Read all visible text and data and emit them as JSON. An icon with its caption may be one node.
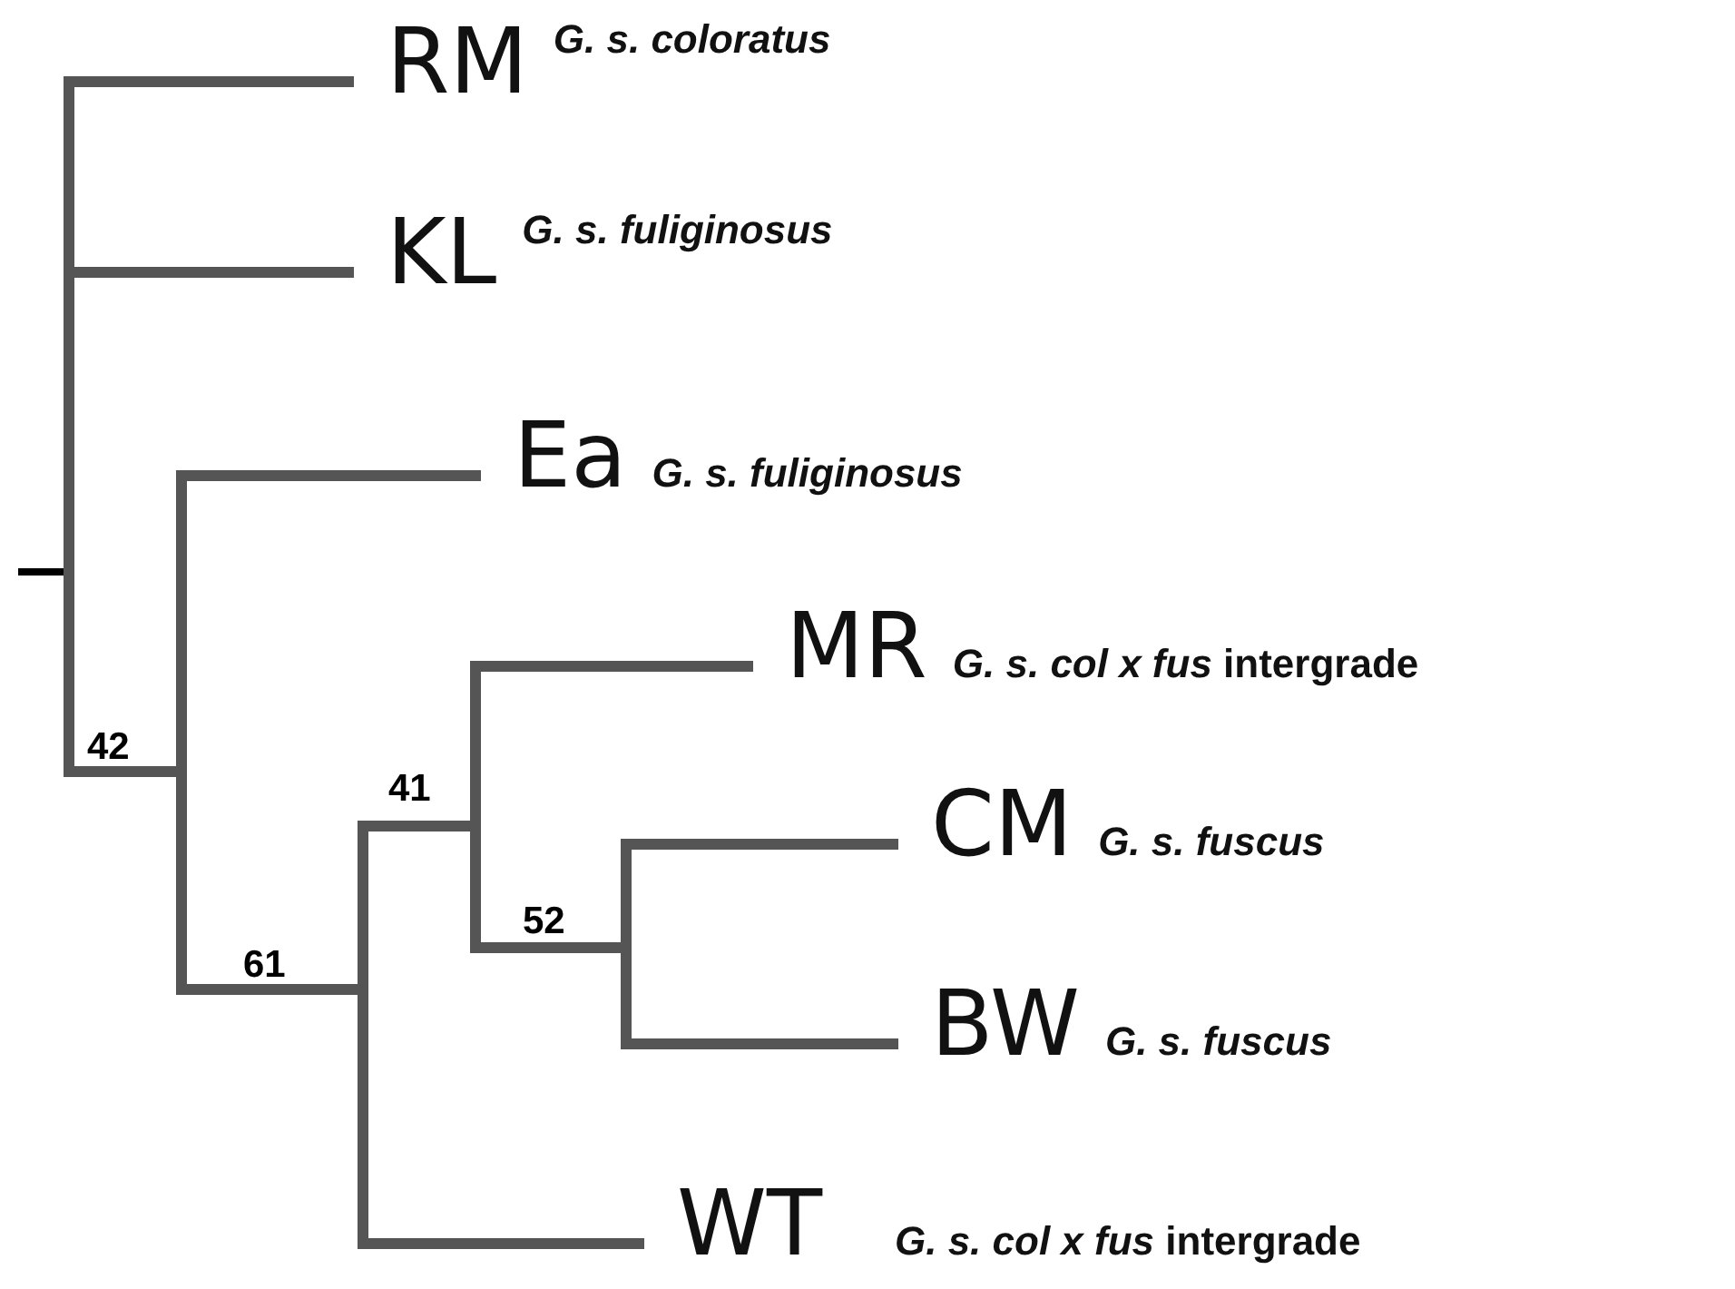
{
  "diagram": {
    "nodes": [
      {
        "text": [
          "RM",
          "G. s. coloratus"
        ]
      },
      {
        "text": [
          "KL",
          "G. s. fuliginosus"
        ]
      },
      {
        "text": [
          "Ea",
          "G. s. fuliginosus"
        ]
      },
      {
        "text": [
          "MR",
          "*G. s. col x fus* intergrade"
        ]
      },
      {
        "text": [
          "CM",
          "G. s. fuscus"
        ]
      },
      {
        "text": [
          "BW",
          "G. s. fuscus"
        ]
      },
      {
        "text": [
          "WT",
          "*G. s. col x fus* intergrade"
        ]
      },
      {
        "text": [],
        "shape": "bar"
      },
      {
        "text": [
          "42"
        ]
      },
      {
        "text": [
          "61"
        ]
      },
      {
        "text": [
          "41"
        ]
      },
      {
        "text": [
          "52"
        ]
      }
    ],
    "edges": [
      {
        "from": 7,
        "to": 0,
        "arrow": "none"
      },
      {
        "from": 7,
        "to": 1,
        "arrow": "none"
      },
      {
        "from": 7,
        "to": 8,
        "arrow": "none"
      },
      {
        "from": 8,
        "to": 2,
        "arrow": "none"
      },
      {
        "from": 8,
        "to": 9,
        "arrow": "none"
      },
      {
        "from": 9,
        "to": 10,
        "arrow": "none"
      },
      {
        "from": 9,
        "to": 6,
        "arrow": "none"
      },
      {
        "from": 10,
        "to": 3,
        "arrow": "none"
      },
      {
        "from": 10,
        "to": 11,
        "arrow": "none"
      },
      {
        "from": 11,
        "to": 4,
        "arrow": "none"
      },
      {
        "from": 11,
        "to": 5,
        "arrow": "none"
      }
    ]
  }
}
